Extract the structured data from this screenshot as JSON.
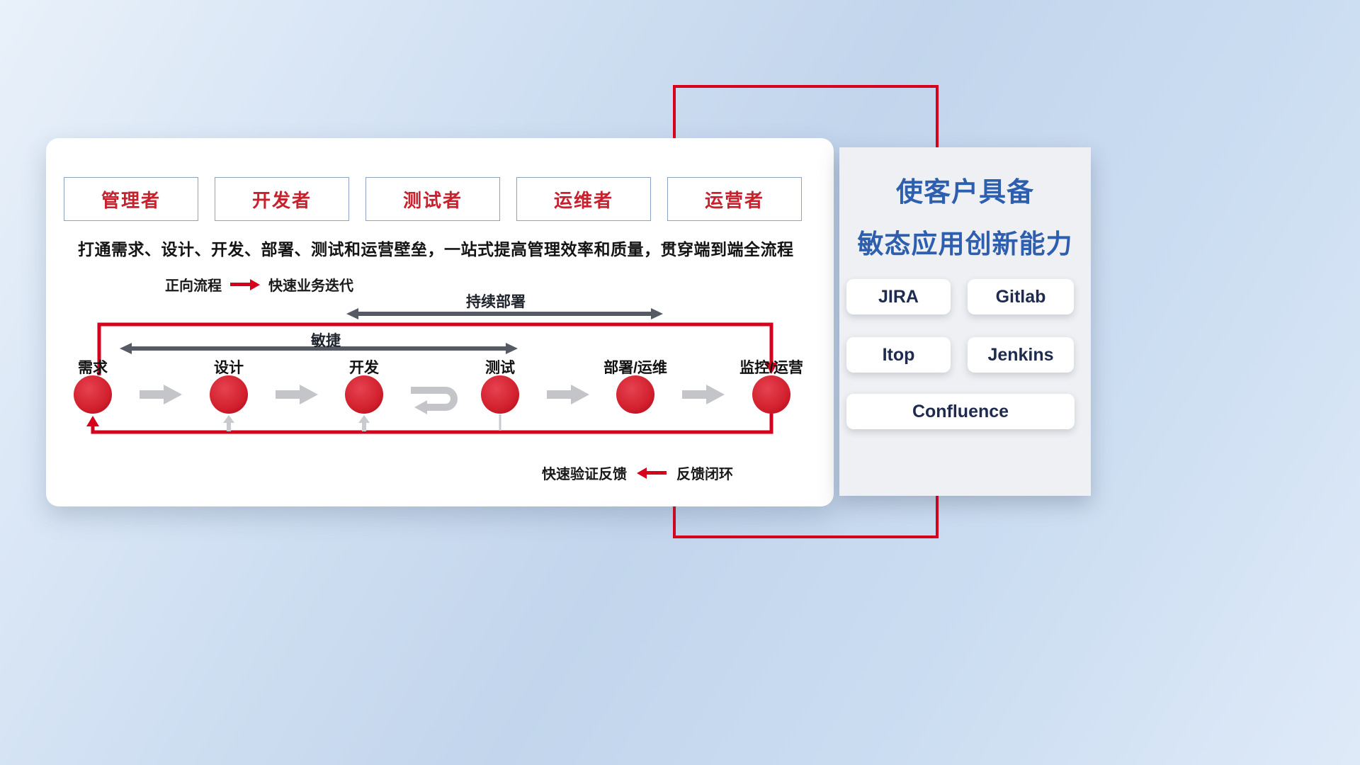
{
  "roles": [
    {
      "label": "管理者"
    },
    {
      "label": "开发者"
    },
    {
      "label": "测试者"
    },
    {
      "label": "运维者"
    },
    {
      "label": "运营者"
    }
  ],
  "description": "打通需求、设计、开发、部署、测试和运营壁垒，一站式提高管理效率和质量，贯穿端到端全流程",
  "forward_legend": {
    "label": "正向流程",
    "desc": "快速业务迭代"
  },
  "feedback_legend": {
    "label": "快速验证反馈",
    "desc": "反馈闭环"
  },
  "spans": {
    "agile": "敏捷",
    "continuous_deploy": "持续部署"
  },
  "flow_nodes": [
    {
      "label": "需求"
    },
    {
      "label": "设计"
    },
    {
      "label": "开发"
    },
    {
      "label": "测试"
    },
    {
      "label": "部署/运维"
    },
    {
      "label": "监控/运营"
    }
  ],
  "right_panel": {
    "title_line1": "使客户具备",
    "title_line2": "敏态应用创新能力",
    "tools": [
      {
        "label": "JIRA"
      },
      {
        "label": "Gitlab"
      },
      {
        "label": "Itop"
      },
      {
        "label": "Jenkins"
      },
      {
        "label": "Confluence"
      }
    ]
  },
  "colors": {
    "accent_red": "#d6001c",
    "node_red": "#d2202e",
    "title_blue": "#2e5fae",
    "tool_text": "#1e2b4f",
    "dark_arrow": "#555a64",
    "light_arrow": "#c4c5c8"
  }
}
